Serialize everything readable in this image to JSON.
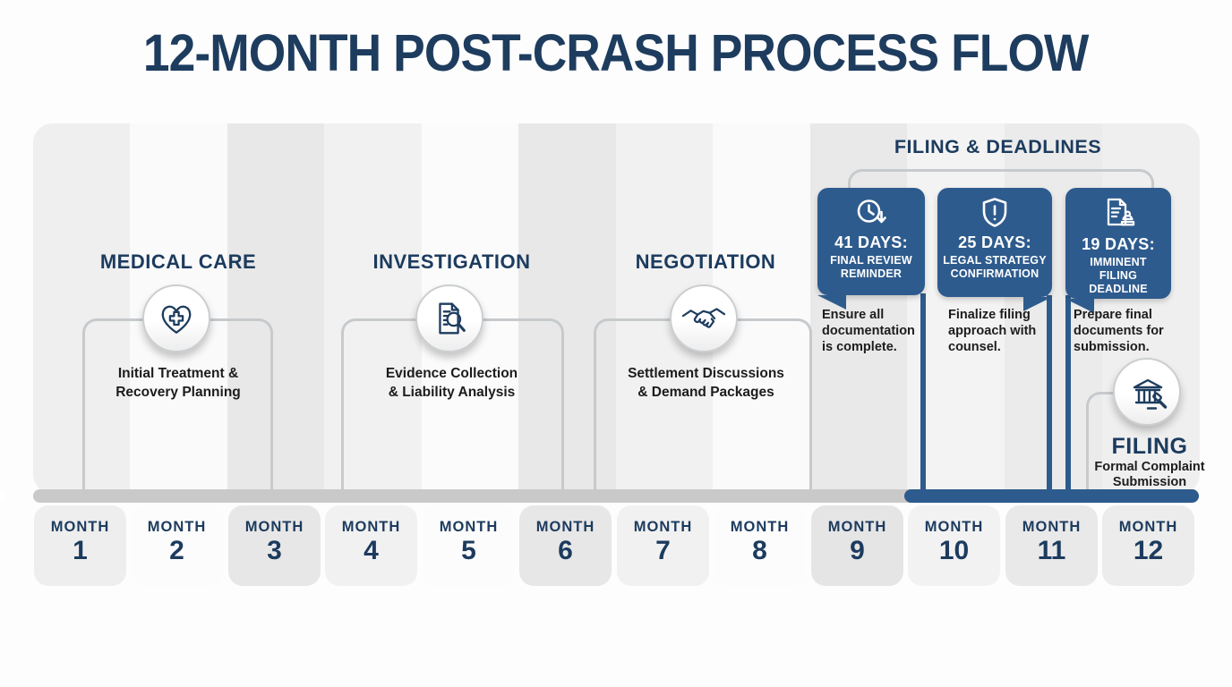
{
  "title": "12-MONTH POST-CRASH PROCESS FLOW",
  "phases": [
    {
      "label": "MEDICAL CARE",
      "icon": "heart-cross-icon",
      "description": [
        "Initial Treatment &",
        "Recovery Planning"
      ]
    },
    {
      "label": "INVESTIGATION",
      "icon": "document-magnifier-icon",
      "description": [
        "Evidence Collection",
        "& Liability Analysis"
      ]
    },
    {
      "label": "NEGOTIATION",
      "icon": "handshake-icon",
      "description": [
        "Settlement Discussions",
        "& Demand Packages"
      ]
    }
  ],
  "filing": {
    "title": "FILING & DEADLINES",
    "cards": [
      {
        "icon": "clock-arrow-icon",
        "days": "41 DAYS:",
        "subtitle": [
          "FINAL REVIEW",
          "REMINDER"
        ],
        "note": [
          "Ensure all",
          "documentation",
          "is complete."
        ]
      },
      {
        "icon": "shield-exclamation-icon",
        "days": "25 DAYS:",
        "subtitle": [
          "LEGAL STRATEGY",
          "CONFIRMATION"
        ],
        "note": [
          "Finalize filing",
          "approach with",
          "counsel."
        ]
      },
      {
        "icon": "document-stamp-icon",
        "days": "19 DAYS:",
        "subtitle": [
          "IMMINENT",
          "FILING",
          "DEADLINE"
        ],
        "note": [
          "Prepare final",
          "documents for",
          "submission."
        ]
      }
    ],
    "milestone": {
      "icon": "courthouse-gavel-icon",
      "label": "FILING",
      "description": [
        "Formal Complaint",
        "Submission"
      ]
    }
  },
  "timeline": {
    "months": [
      {
        "label": "MONTH",
        "number": "1"
      },
      {
        "label": "MONTH",
        "number": "2"
      },
      {
        "label": "MONTH",
        "number": "3"
      },
      {
        "label": "MONTH",
        "number": "4"
      },
      {
        "label": "MONTH",
        "number": "5"
      },
      {
        "label": "MONTH",
        "number": "6"
      },
      {
        "label": "MONTH",
        "number": "7"
      },
      {
        "label": "MONTH",
        "number": "8"
      },
      {
        "label": "MONTH",
        "number": "9"
      },
      {
        "label": "MONTH",
        "number": "10"
      },
      {
        "label": "MONTH",
        "number": "11"
      },
      {
        "label": "MONTH",
        "number": "12"
      }
    ],
    "highlighted_months": [
      10,
      11,
      12
    ]
  },
  "colors": {
    "navy_text": "#1e3c5e",
    "card_blue": "#2e5b8d",
    "timeline_gray": "#c9c9c9",
    "timeline_blue": "#2e5b8d"
  }
}
